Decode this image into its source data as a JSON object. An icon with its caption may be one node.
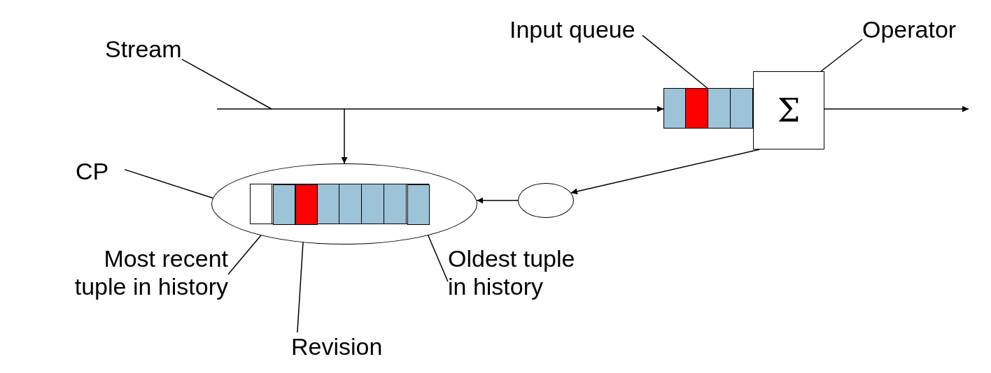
{
  "diagram": {
    "nodes": [
      {
        "text": [
          "Stream"
        ]
      },
      {
        "text": [
          "Input queue"
        ]
      },
      {
        "text": [
          "Operator"
        ]
      },
      {
        "text": [],
        "shape": "box"
      },
      {
        "text": [
          "Σ"
        ]
      },
      {
        "text": [
          "CP"
        ]
      },
      {
        "text": [],
        "shape": "ellipse"
      },
      {
        "text": [],
        "shape": "ellipse"
      },
      {
        "text": [],
        "shape": "box",
        "in": 6
      },
      {
        "text": [],
        "shape": "box",
        "in": 8
      },
      {
        "text": [],
        "shape": "box",
        "in": 8
      },
      {
        "text": [],
        "shape": "box",
        "in": 8
      },
      {
        "text": [
          "Most recent tuple in history"
        ]
      },
      {
        "text": [
          "Oldest tuple in history"
        ]
      },
      {
        "text": [
          "Revision"
        ]
      }
    ],
    "edges": [
      {
        "from": null,
        "to": 3,
        "arrow": "to"
      },
      {
        "from": null,
        "to": 6,
        "arrow": "to"
      },
      {
        "from": 4,
        "to": null,
        "arrow": "to"
      },
      {
        "from": 4,
        "to": 7,
        "arrow": "to"
      },
      {
        "from": 7,
        "to": 6,
        "arrow": "to"
      },
      {
        "from": 0,
        "to": null,
        "arrow": "none"
      },
      {
        "from": 1,
        "to": 3,
        "arrow": "none"
      },
      {
        "from": 2,
        "to": 4,
        "arrow": "none"
      },
      {
        "from": 5,
        "to": 6,
        "arrow": "none"
      },
      {
        "from": 12,
        "to": 9,
        "arrow": "none"
      },
      {
        "from": 14,
        "to": 10,
        "arrow": "none"
      },
      {
        "from": 13,
        "to": 11,
        "arrow": "none"
      }
    ]
  }
}
